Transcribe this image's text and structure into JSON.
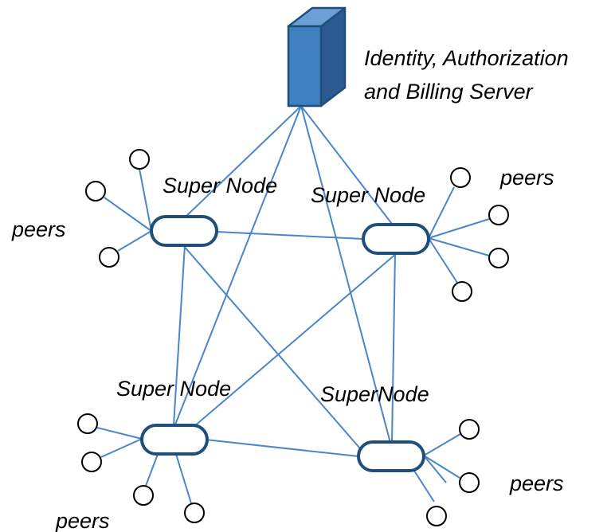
{
  "server": {
    "label_line1": "Identity, Authorization",
    "label_line2": "and Billing Server",
    "icon": "server-tower-icon",
    "front_color": "#3f7fc0",
    "side_color": "#2a5a8f",
    "top_color": "#6c9fd6",
    "border_color": "#1f4e79"
  },
  "super_nodes": [
    {
      "label": "Super Node"
    },
    {
      "label": "Super Node"
    },
    {
      "label": "Super Node"
    },
    {
      "label": "SuperNode"
    }
  ],
  "peer_labels": [
    "peers",
    "peers",
    "peers",
    "peers"
  ],
  "colors": {
    "link": "#4a86c8",
    "node_border": "#1f4e79",
    "peer_border": "#000000",
    "background": "#ffffff"
  }
}
